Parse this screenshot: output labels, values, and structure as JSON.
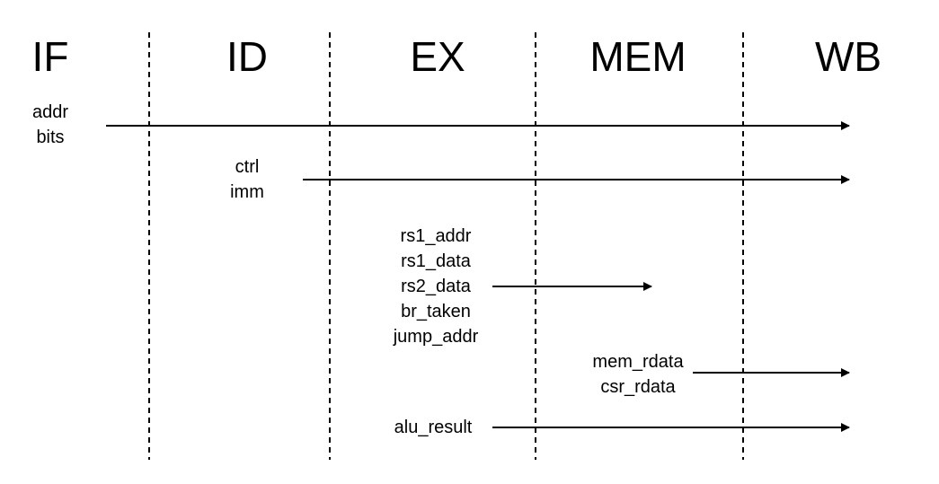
{
  "stages": [
    "IF",
    "ID",
    "EX",
    "MEM",
    "WB"
  ],
  "signal_groups": [
    {
      "id": "if",
      "labels": [
        "addr",
        "bits"
      ]
    },
    {
      "id": "id",
      "labels": [
        "ctrl",
        "imm"
      ]
    },
    {
      "id": "ex",
      "labels": [
        "rs1_addr",
        "rs1_data",
        "rs2_data",
        "br_taken",
        "jump_addr"
      ]
    },
    {
      "id": "mem",
      "labels": [
        "mem_rdata",
        "csr_rdata"
      ]
    },
    {
      "id": "alu",
      "labels": [
        "alu_result"
      ]
    }
  ],
  "colors": {
    "line": "#000000",
    "background": "#ffffff"
  }
}
